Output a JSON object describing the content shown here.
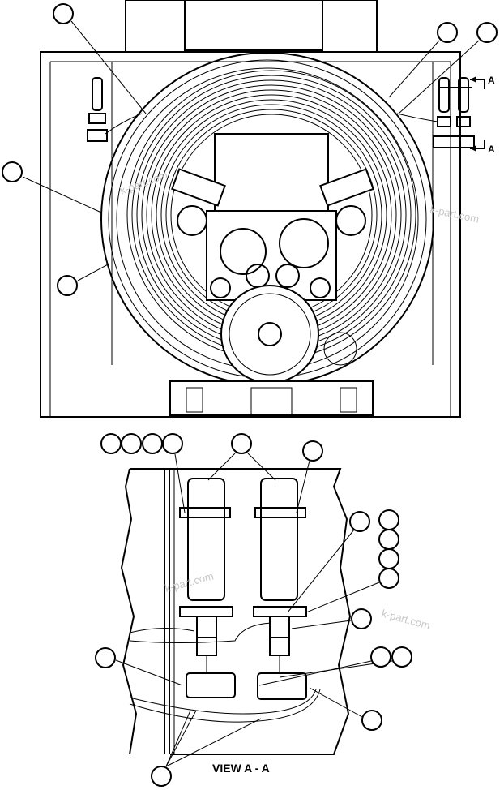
{
  "section_marks": {
    "top": "A",
    "bottom": "A"
  },
  "view_title": "VIEW A - A",
  "watermark": "k-part.com",
  "colors": {
    "line": "#000000",
    "background": "#ffffff",
    "watermark": "#c8c8c8"
  }
}
